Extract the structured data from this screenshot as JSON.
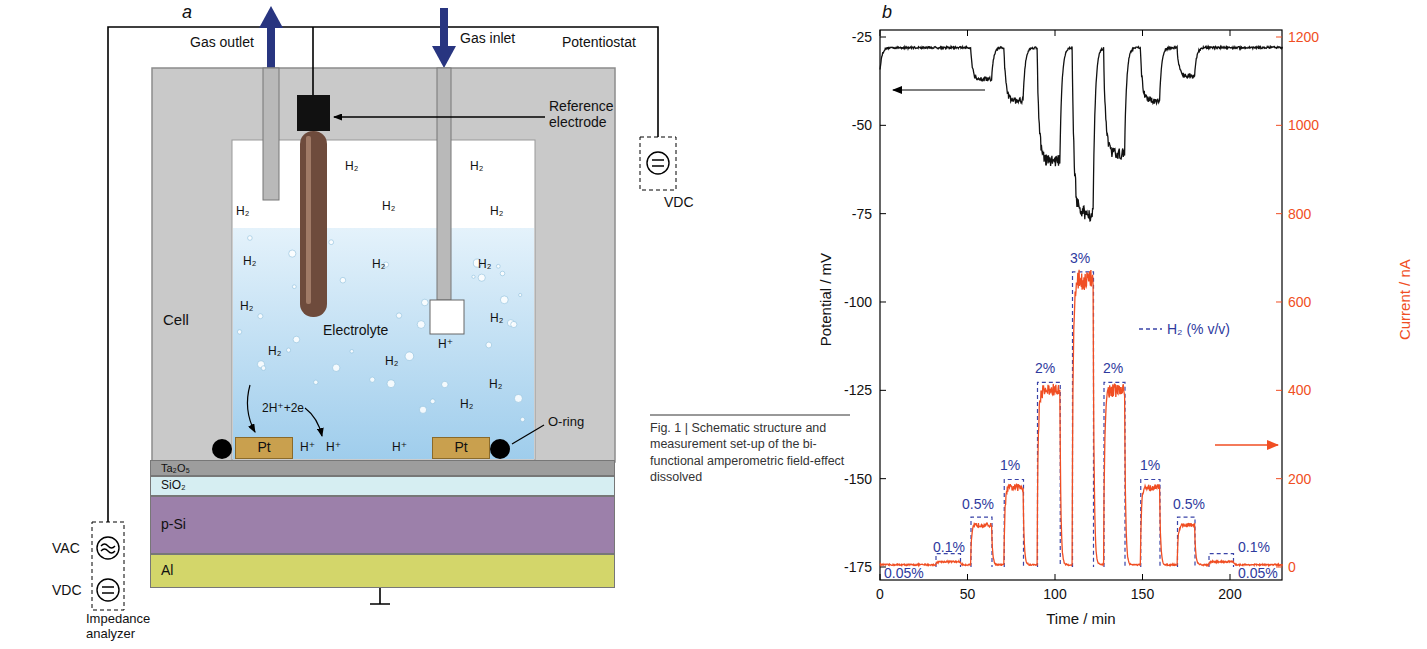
{
  "diagram": {
    "caption": "Fig. 1 | Schematic structure and measurement set-up of the bi-functional amperometric field-effect dissolved",
    "nodes": [
      {
        "text": [
          "Cell"
        ]
      },
      {
        "text": [
          "Pt"
        ],
        "in": 0
      },
      {
        "text": [
          "Pt"
        ],
        "in": 0
      },
      {
        "text": [
          "Ta₂O₅"
        ]
      },
      {
        "text": [
          "SiO₂"
        ]
      },
      {
        "text": [
          "p-Si"
        ]
      },
      {
        "text": [
          "Al"
        ]
      }
    ],
    "labels": [
      "a",
      "Gas outlet",
      "Gas inlet",
      "Potentiostat",
      "VDC",
      "Reference electrode",
      "H₂",
      "H₂",
      "H₂",
      "H₂",
      "H₂",
      "H₂",
      "H₂",
      "H₂",
      "H₂",
      "H₂",
      "H₂",
      "H₂",
      "H₂",
      "H₂",
      "Electrolyte",
      "2H⁺+2e",
      "H⁺",
      "H⁺",
      "H⁺",
      "H⁺",
      "O-ring",
      "VAC",
      "VDC",
      "Impedance analyzer",
      "b",
      "-25",
      "-50",
      "-75",
      "-100",
      "-125",
      "-150",
      "-175",
      "1200",
      "1000",
      "800",
      "600",
      "400",
      "200",
      "0",
      "0",
      "50",
      "100",
      "150",
      "200",
      "Potential / mV",
      "Current / nA",
      "Time / min",
      "0.05%",
      "0.1%",
      "0.5%",
      "1%",
      "2%",
      "3%",
      "2%",
      "1%",
      "0.5%",
      "0.1%",
      "0.05%"
    ],
    "legend": [
      {
        "text": "H₂ (% v/v)"
      }
    ]
  }
}
